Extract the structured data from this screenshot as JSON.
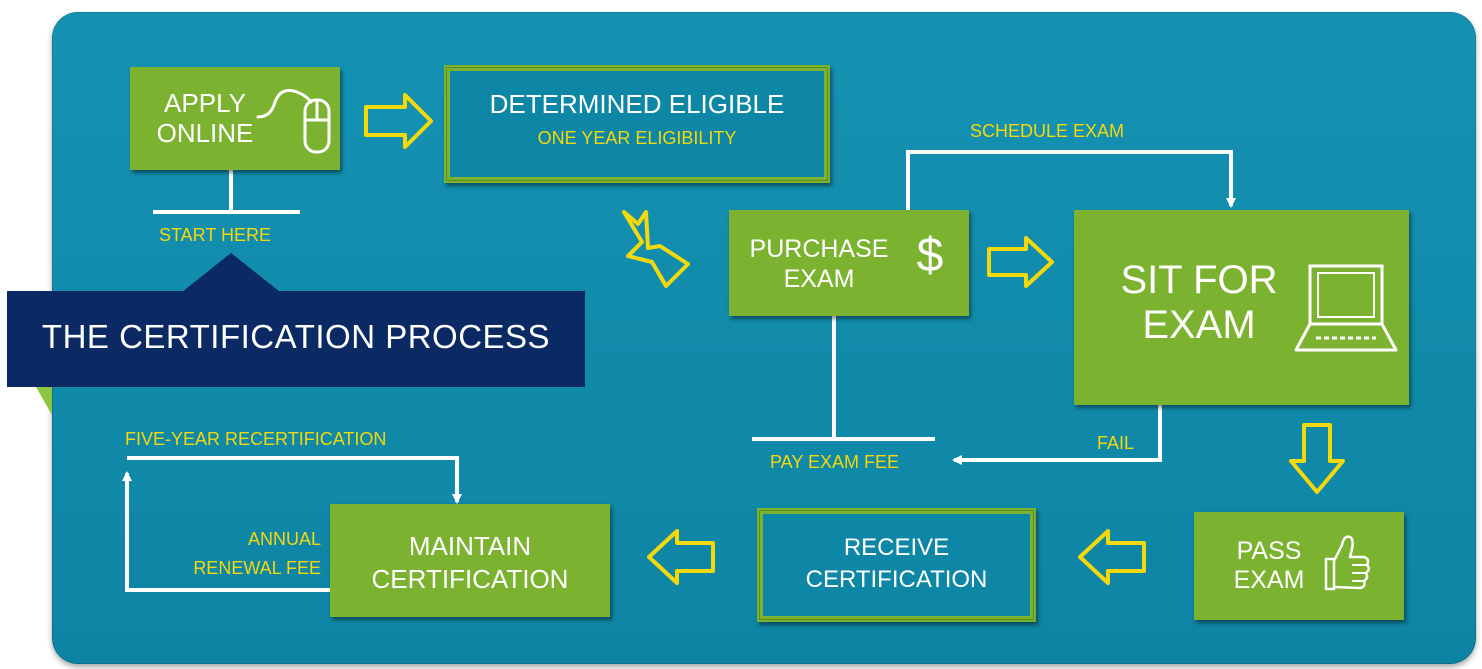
{
  "title": "THE CERTIFICATION PROCESS",
  "steps": {
    "apply": {
      "line1": "APPLY",
      "line2": "ONLINE",
      "icon": "mouse-icon"
    },
    "eligible": {
      "title": "DETERMINED ELIGIBLE",
      "subtitle": "ONE YEAR ELIGIBILITY"
    },
    "purchase": {
      "line1": "PURCHASE",
      "line2": "EXAM",
      "icon": "dollar-icon",
      "symbol": "$"
    },
    "sit": {
      "line1": "SIT FOR",
      "line2": "EXAM",
      "icon": "laptop-icon"
    },
    "pass": {
      "line1": "PASS",
      "line2": "EXAM",
      "icon": "thumbs-up-icon"
    },
    "receive": {
      "line1": "RECEIVE",
      "line2": "CERTIFICATION"
    },
    "maintain": {
      "line1": "MAINTAIN",
      "line2": "CERTIFICATION"
    }
  },
  "labels": {
    "start_here": "START HERE",
    "schedule_exam": "SCHEDULE EXAM",
    "pay_exam_fee": "PAY EXAM FEE",
    "fail": "FAIL",
    "five_year": "FIVE-YEAR RECERTIFICATION",
    "annual": "ANNUAL",
    "renewal_fee": "RENEWAL FEE"
  },
  "colors": {
    "panel": "#1190b0",
    "box_green": "#7bb22f",
    "accent_yellow": "#f4d90a",
    "banner_navy": "#0b2a64",
    "connector_white": "#ffffff"
  }
}
